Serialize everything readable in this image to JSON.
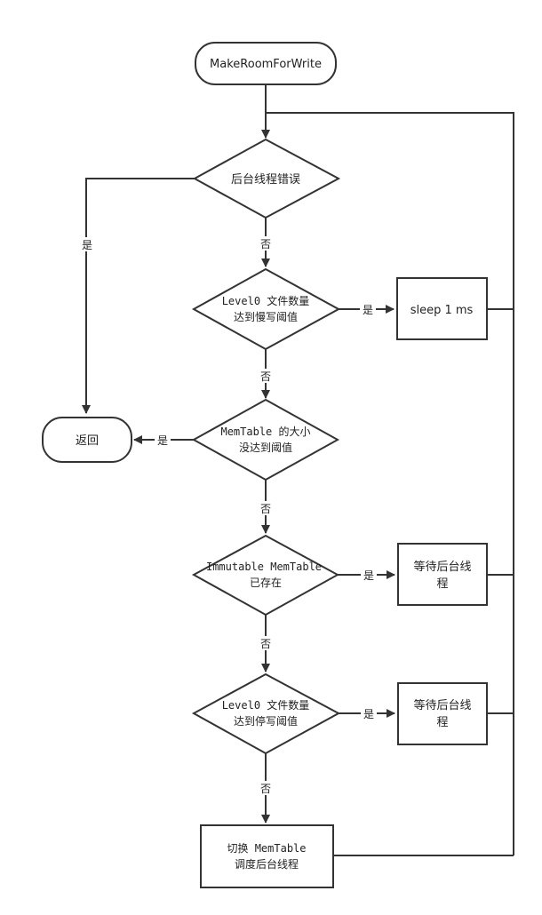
{
  "nodes": {
    "start": "MakeRoomForWrite",
    "d1": "后台线程错误",
    "d2_line1": "Level0 文件数量",
    "d2_line2": "达到慢写阈值",
    "sleep": "sleep 1 ms",
    "ret": "返回",
    "d3_line1": "MemTable 的大小",
    "d3_line2": "没达到阈值",
    "d4_line1": "Immutable MemTable",
    "d4_line2": "已存在",
    "wait1_line1": "等待后台线",
    "wait1_line2": "程",
    "d5_line1": "Level0 文件数量",
    "d5_line2": "达到停写阈值",
    "wait2_line1": "等待后台线",
    "wait2_line2": "程",
    "switch_line1": "切换 MemTable",
    "switch_line2": "调度后台线程"
  },
  "edges": {
    "yes": "是",
    "no": "否"
  }
}
